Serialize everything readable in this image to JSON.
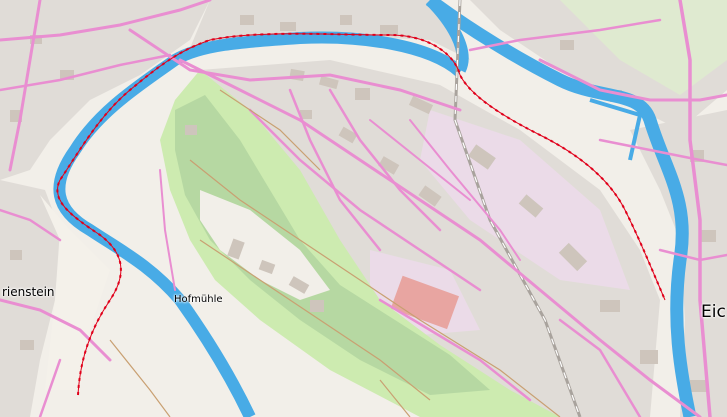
{
  "colors": {
    "land": "#f2efe9",
    "residential": "#e0dcd7",
    "industrial": "#ebdbe8",
    "forest": "#add19e",
    "meadow": "#cdebb0",
    "water": "#48abe6",
    "road": "#e98ed1",
    "building": "#cec5bc",
    "railway": "#a9a39d",
    "overlay": "#e0001b"
  },
  "labels": {
    "place_west": "rienstein",
    "place_center": "Hofmühle",
    "place_east": "Eic"
  }
}
